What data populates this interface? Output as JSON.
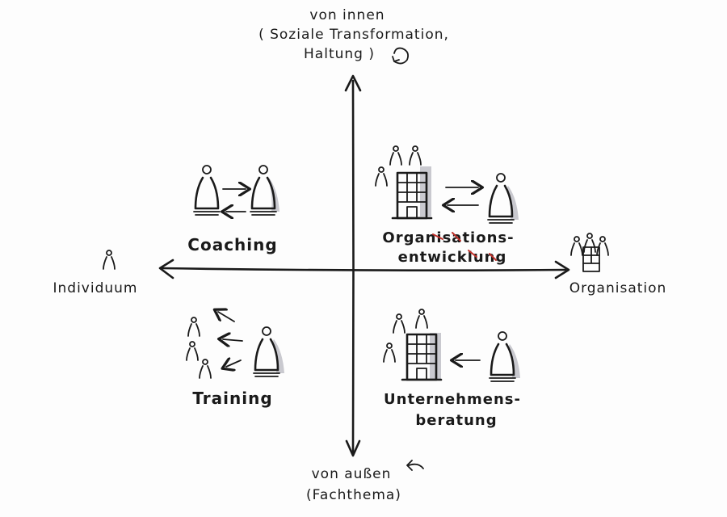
{
  "axes": {
    "top_line1": "von innen",
    "top_line2": "( Soziale Transformation,",
    "top_line3": "Haltung )",
    "bottom_line1": "von außen",
    "bottom_line2": "(Fachthema)",
    "left": "Individuum",
    "right": "Organisation"
  },
  "quadrants": {
    "top_left": "Coaching",
    "top_right_line1": "Organisations-",
    "top_right_line2": "entwicklung",
    "bottom_left": "Training",
    "bottom_right_line1": "Unternehmens-",
    "bottom_right_line2": "beratung"
  },
  "colors": {
    "ink": "#1a1a1a",
    "shadow": "#c9c9cf",
    "accent_red": "#c0312b"
  }
}
